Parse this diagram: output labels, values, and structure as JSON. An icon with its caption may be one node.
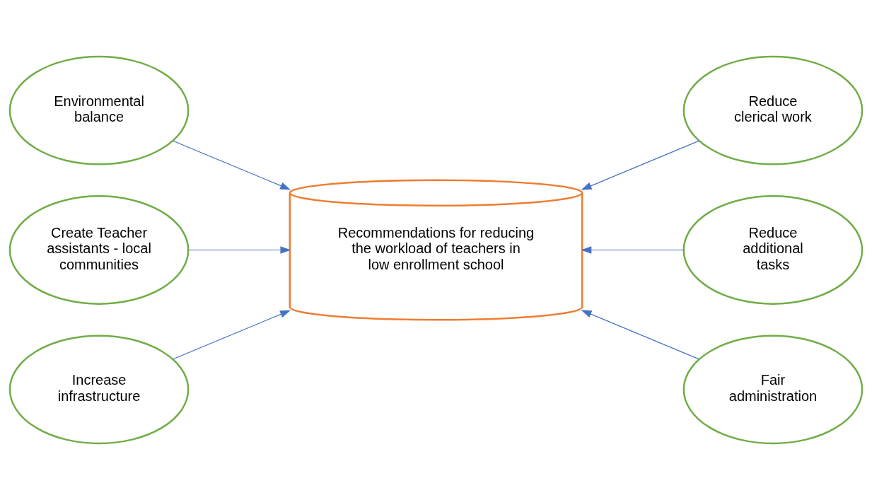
{
  "diagram": {
    "nodes": [
      {
        "text": [
          "Recommendations for reducing the workload of teachers in low enrollment school"
        ]
      },
      {
        "text": [
          "Environmental balance"
        ]
      },
      {
        "text": [
          "Create Teacher assistants - local communities"
        ]
      },
      {
        "text": [
          "Increase infrastructure"
        ]
      },
      {
        "text": [
          "Reduce clerical work"
        ]
      },
      {
        "text": [
          "Reduce additional tasks"
        ]
      },
      {
        "text": [
          "Fair administration"
        ]
      }
    ],
    "edges": [
      {
        "from": 1,
        "to": 0,
        "arrow": "to"
      },
      {
        "from": 2,
        "to": 0,
        "arrow": "to"
      },
      {
        "from": 3,
        "to": 0,
        "arrow": "to"
      },
      {
        "from": 4,
        "to": 0,
        "arrow": "to"
      },
      {
        "from": 5,
        "to": 0,
        "arrow": "to"
      },
      {
        "from": 6,
        "to": 0,
        "arrow": "to"
      }
    ]
  }
}
